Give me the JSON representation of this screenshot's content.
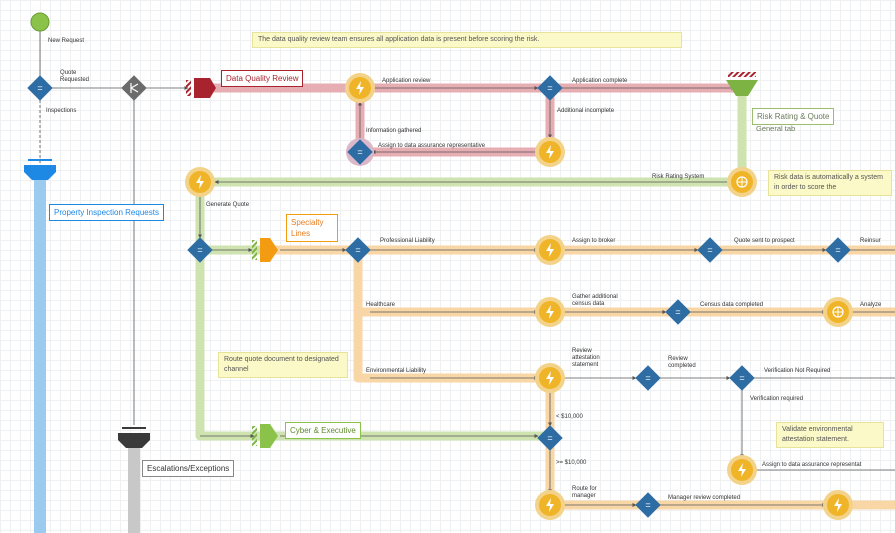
{
  "labels": {
    "new_request": "New Request",
    "quote_requested": "Quote Requested",
    "inspections": "Inspections",
    "application_review": "Application review",
    "application_complete": "Application complete",
    "additional_incomplete": "Additional incomplete",
    "information_gathered": "Information gathered",
    "assign_data_assurance": "Assign to data assurance representative",
    "risk_rating_system": "Risk Rating System",
    "generate_quote": "Generate Quote",
    "professional_liability": "Professional Liability",
    "assign_to_broker": "Assign to broker",
    "quote_sent": "Quote sent to prospect",
    "reinsurance": "Reinsur",
    "healthcare": "Healthcare",
    "gather_census": "Gather additional census data",
    "census_complete": "Census data completed",
    "analyze": "Analyze",
    "environmental_liability": "Environmental Liability",
    "review_attestation": "Review attestation statement",
    "review_completed": "Review completed",
    "verification_not_required": "Verification Not Required",
    "verification_required": "Verification required",
    "lt_10000": "< $10,000",
    "gte_10000": ">= $10,000",
    "assign_data_assurance_2": "Assign to data assurance representat",
    "route_for_manager": "Route for manager",
    "manager_review_completed": "Manager review completed"
  },
  "lanes": {
    "data_quality_review": "Data Quality Review",
    "risk_rating_quote": "Risk Rating & Quote",
    "general_tab": "General tab",
    "property_inspection": "Property Inspection Requests",
    "specialty_lines": "Specialty Lines",
    "cyber_executive": "Cyber & Executive",
    "escalations": "Escalations/Exceptions"
  },
  "notes": {
    "dq_note": "The data quality review team ensures all application data is present before scoring the risk.",
    "risk_note": "Risk data is automatically a system in order to score the",
    "route_note": "Route quote document to designated channel",
    "validate_note": "Validate environmental attestation statement."
  },
  "colors": {
    "start": "#8bc34a",
    "gate": "#2e6da4",
    "task": "#f0b429",
    "dq_lane": "#e0a0a6",
    "dq_accent": "#a8232e",
    "green_lane": "#c6dda4",
    "orange_lane": "#f6cf9a",
    "orange_accent": "#f39c12",
    "blue_lane": "#8fc3ec",
    "blue_accent": "#1e88e5",
    "gray_lane": "#bdbdbd",
    "dark": "#3a3a3a"
  }
}
